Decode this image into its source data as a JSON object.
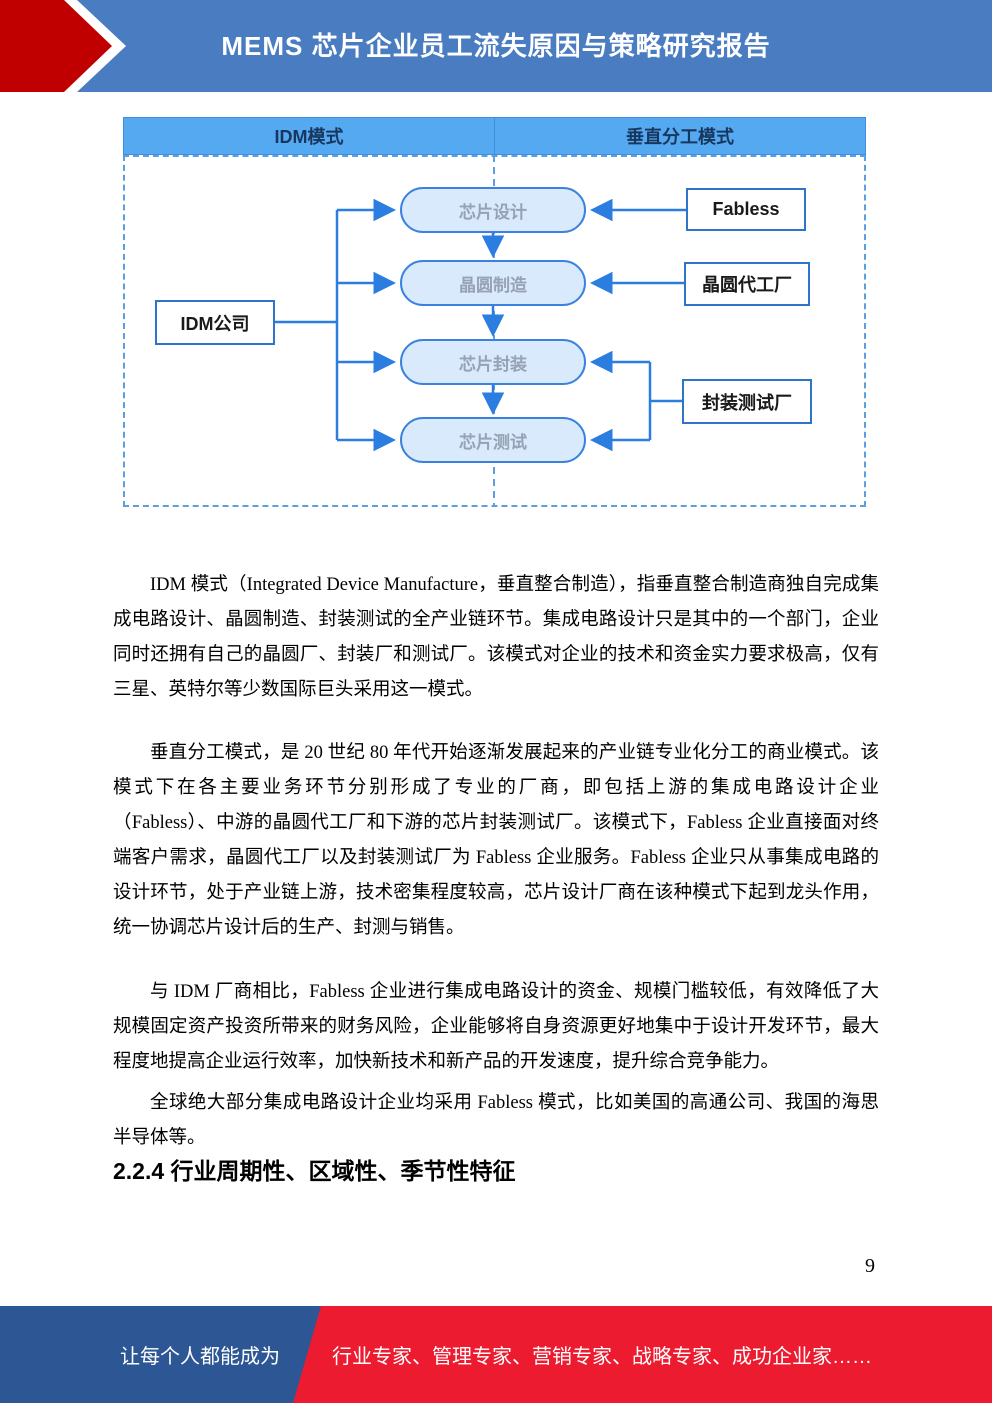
{
  "header": {
    "title": "MEMS 芯片企业员工流失原因与策略研究报告"
  },
  "diagram": {
    "left_mode": "IDM模式",
    "right_mode": "垂直分工模式",
    "steps": [
      "芯片设计",
      "晶圆制造",
      "芯片封装",
      "芯片测试"
    ],
    "idm_company": "IDM公司",
    "right_entities": [
      "Fabless",
      "晶圆代工厂",
      "封装测试厂"
    ]
  },
  "paragraphs": [
    "IDM 模式（Integrated Device Manufacture，垂直整合制造），指垂直整合制造商独自完成集成电路设计、晶圆制造、封装测试的全产业链环节。集成电路设计只是其中的一个部门，企业同时还拥有自己的晶圆厂、封装厂和测试厂。该模式对企业的技术和资金实力要求极高，仅有三星、英特尔等少数国际巨头采用这一模式。",
    "垂直分工模式，是 20 世纪 80 年代开始逐渐发展起来的产业链专业化分工的商业模式。该模式下在各主要业务环节分别形成了专业的厂商，即包括上游的集成电路设计企业（Fabless）、中游的晶圆代工厂和下游的芯片封装测试厂。该模式下，Fabless 企业直接面对终端客户需求，晶圆代工厂以及封装测试厂为 Fabless 企业服务。Fabless 企业只从事集成电路的设计环节，处于产业链上游，技术密集程度较高，芯片设计厂商在该种模式下起到龙头作用，统一协调芯片设计后的生产、封测与销售。",
    "与 IDM 厂商相比，Fabless 企业进行集成电路设计的资金、规模门槛较低，有效降低了大规模固定资产投资所带来的财务风险，企业能够将自身资源更好地集中于设计开发环节，最大程度地提高企业运行效率，加快新技术和新产品的开发速度，提升综合竞争能力。",
    "全球绝大部分集成电路设计企业均采用 Fabless 模式，比如美国的高通公司、我国的海思半导体等。"
  ],
  "section_heading": "2.2.4 行业周期性、区域性、季节性特征",
  "page_number": "9",
  "footer": {
    "left": "让每个人都能成为",
    "right": "行业专家、管理专家、营销专家、战略专家、成功企业家……"
  },
  "colors": {
    "banner_blue": "#4a7cc2",
    "arrow_red": "#c00000",
    "diagram_band_blue": "#55a9f1",
    "diagram_line_blue": "#2b7de0",
    "pill_fill": "#d8eafc",
    "footer_blue": "#2d5695",
    "footer_red": "#ed1b2f"
  }
}
